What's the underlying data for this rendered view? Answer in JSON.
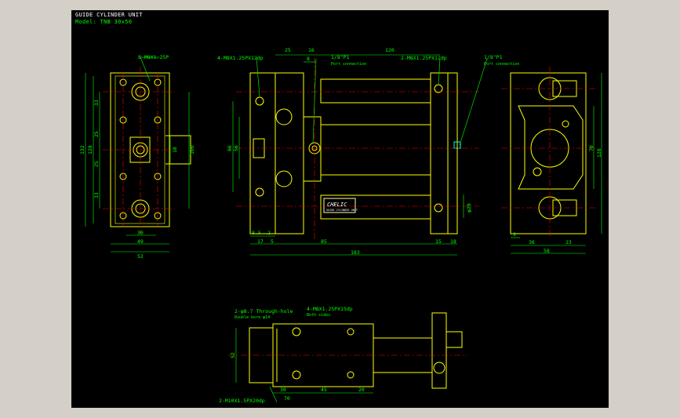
{
  "title_block": {
    "title": "GUIDE CYLINDER UNIT",
    "model": "Model: TNB 30x50"
  },
  "colors": {
    "background": "#000000",
    "outline": "#ffff00",
    "dimension": "#00ff00",
    "centerline": "#ff0000",
    "text": "#ffffff",
    "frame": "#d4d0c8"
  },
  "annotations": {
    "left_thread": "8-M8X1.25P",
    "front_thread_left": "4-M8X1.25PX12dp",
    "front_thread_right": "2-M8X1.25PX12dp",
    "port_left": "1/8\"P1",
    "port_left_sub": "Port connection",
    "port_right": "1/8\"P1",
    "port_right_sub": "Port connection",
    "nameplate": "CHELIC",
    "nameplate_sub": "GUIDE CYLINDER UNIT",
    "phi20": "φ20",
    "bottom_pin": "2-φ8.7 Through-hole",
    "bottom_pin_sub": "Double bore φ14",
    "bottom_thread": "4-M8X1.25PX15dp",
    "bottom_thread_sub": "Both sides",
    "bottom_thread_lower": "2-M10X1.5PX20dp"
  },
  "dimensions": {
    "left_view": {
      "d33a": "33",
      "d25a": "25",
      "d25b": "25",
      "d33b": "33",
      "d128": "128",
      "d132": "132",
      "d100": "100",
      "d18": "18",
      "d30": "30",
      "d49": "49",
      "d52": "52"
    },
    "front_view": {
      "d25": "25",
      "d16": "16",
      "d120": "120",
      "d8": "8",
      "d56": "56",
      "d86": "86",
      "d8_5": "8.5",
      "d2": "2",
      "d17": "17",
      "d5": "5",
      "d85": "85",
      "d15": "15",
      "d18": "18",
      "d183": "183"
    },
    "right_view": {
      "d9": "9",
      "d36": "36",
      "d23": "23",
      "d58": "58",
      "d70": "70",
      "d128": "128"
    },
    "bottom_view": {
      "d52": "52",
      "d30": "30",
      "d70": "70",
      "d45": "45",
      "d20": "20"
    }
  }
}
